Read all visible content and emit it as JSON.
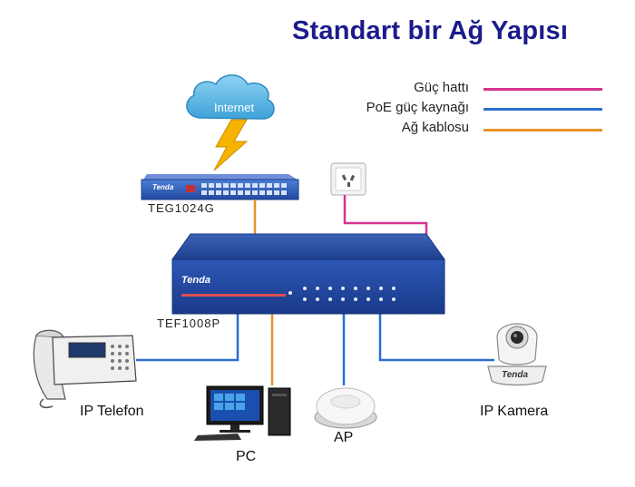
{
  "title": "Standart bir Ağ Yapısı",
  "legend": [
    {
      "label": "Güç hattı",
      "color": "#d6338f"
    },
    {
      "label": "PoE güç kaynağı",
      "color": "#2a6fd1"
    },
    {
      "label": "Ağ kablosu",
      "color": "#e8922a"
    }
  ],
  "cloud_label": "Internet",
  "switch_top_model": "TEG1024G",
  "switch_main_model": "TEF1008P",
  "brand": "Tenda",
  "devices": {
    "phone": "IP Telefon",
    "pc": "PC",
    "ap": "AP",
    "camera": "IP Kamera"
  }
}
